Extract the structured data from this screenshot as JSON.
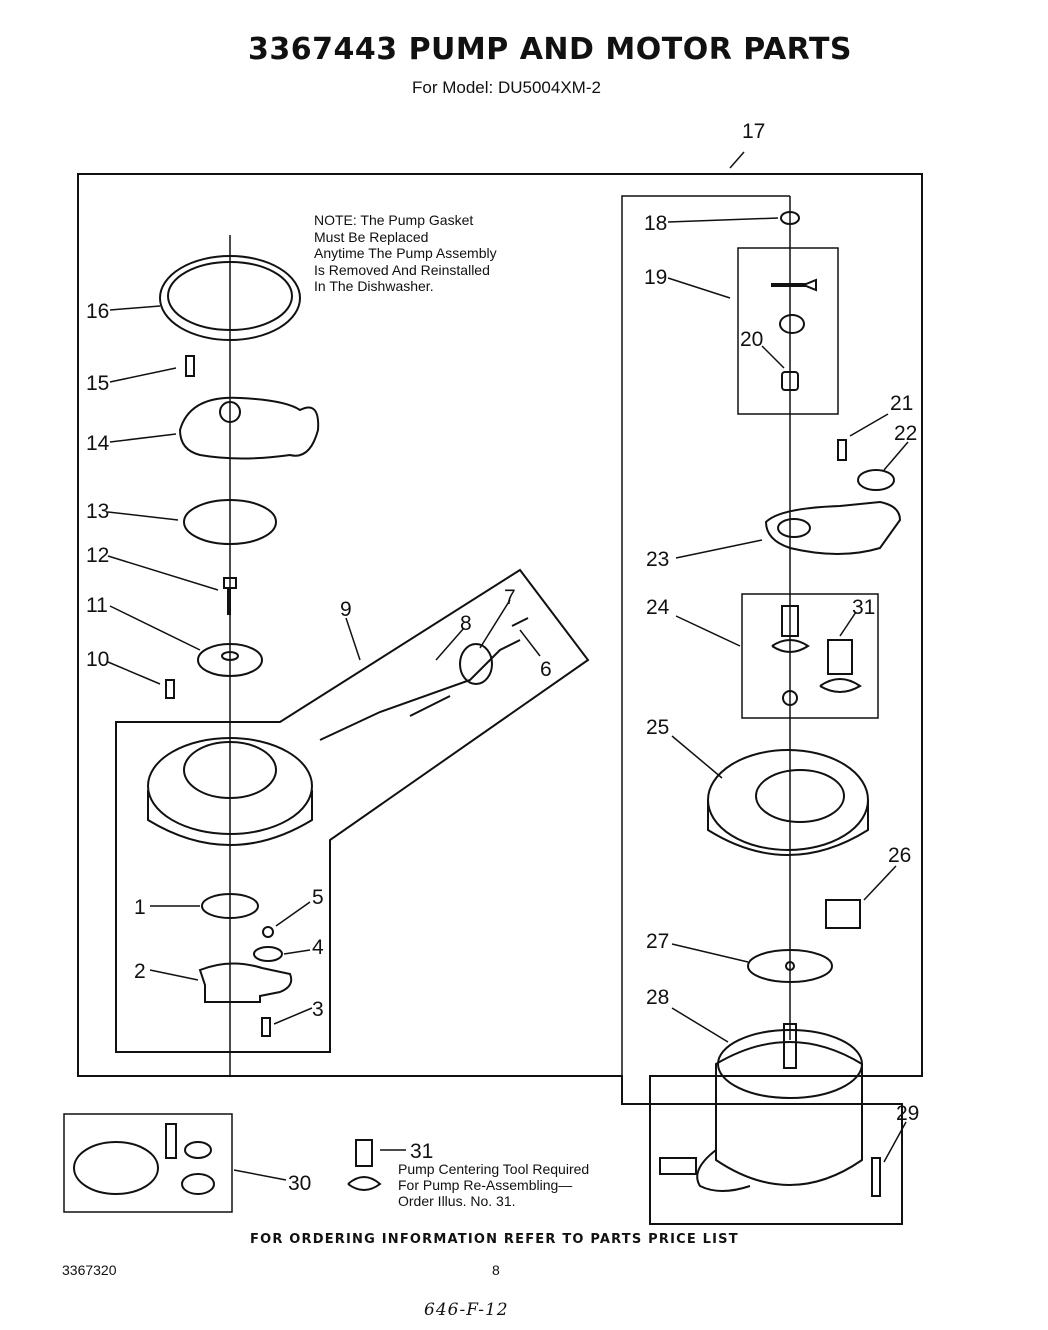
{
  "header": {
    "title": "3367443 PUMP AND MOTOR PARTS",
    "model_line": "For Model: DU5004XM-2"
  },
  "note": {
    "lines": [
      "NOTE: The Pump Gasket",
      "Must Be Replaced",
      "Anytime The Pump Assembly",
      "Is Removed And Reinstalled",
      "In The Dishwasher."
    ]
  },
  "tool_note": {
    "lines": [
      "Pump Centering Tool Required",
      "For Pump Re-Assembling—",
      "Order Illus. No. 31."
    ]
  },
  "callouts": [
    "1",
    "2",
    "3",
    "4",
    "5",
    "6",
    "7",
    "8",
    "9",
    "10",
    "11",
    "12",
    "13",
    "14",
    "15",
    "16",
    "17",
    "18",
    "19",
    "20",
    "21",
    "22",
    "23",
    "24",
    "25",
    "26",
    "27",
    "28",
    "29",
    "30",
    "31"
  ],
  "footer": {
    "ordering": "FOR ORDERING INFORMATION REFER TO PARTS PRICE LIST",
    "doc_number": "3367320",
    "page": "8",
    "handwritten": "646-F-12"
  }
}
